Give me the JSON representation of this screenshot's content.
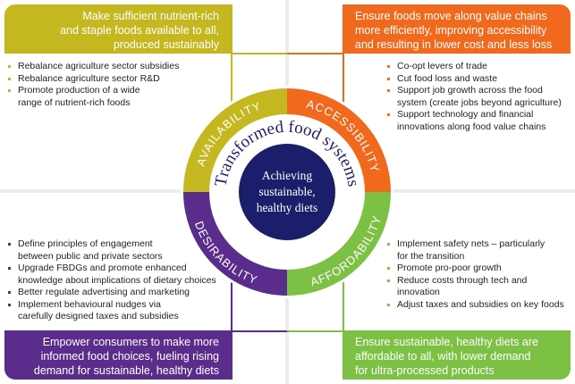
{
  "center": {
    "ring_title": "Transformed food systems",
    "core_lines": [
      "Achieving",
      "sustainable,",
      "healthy diets"
    ]
  },
  "quadrants": {
    "availability": {
      "label": "AVAILABILITY",
      "color": "#c5b71f",
      "goal_lines": [
        "Make sufficient nutrient-rich",
        "and staple foods available to all,",
        "produced sustainably"
      ],
      "actions": [
        "Rebalance agriculture sector subsidies",
        "Rebalance agriculture sector R&D",
        "Promote production of a wide range of nutrient-rich foods"
      ]
    },
    "accessibility": {
      "label": "ACCESSIBILITY",
      "color": "#f0691c",
      "goal_lines": [
        "Ensure foods move along value chains",
        "more efficiently, improving accessibility",
        "and resulting in lower cost and less loss"
      ],
      "actions": [
        "Co-opt levers of trade",
        "Cut food loss and waste",
        "Support job growth across the food system (create jobs beyond agriculture)",
        "Support technology and financial innovations along food value chains"
      ]
    },
    "desirability": {
      "label": "DESIRABILITY",
      "color": "#5a2c8c",
      "goal_lines": [
        "Empower consumers to make more",
        "informed food choices, fueling rising",
        "demand for sustainable, healthy diets"
      ],
      "actions": [
        "Define principles of engagement between public and private sectors",
        "Upgrade FBDGs and promote enhanced knowledge about implications of dietary choices",
        "Better regulate advertising and marketing",
        "Implement behavioural nudges via carefully designed taxes and subsidies"
      ]
    },
    "affordability": {
      "label": "AFFORDABILITY",
      "color": "#7cc143",
      "goal_lines": [
        "Ensure sustainable, healthy diets are",
        "affordable to all, with lower demand",
        "for ultra-processed products"
      ],
      "actions": [
        "Implement safety nets – particularly for the transition",
        "Promote pro-poor growth",
        "Reduce costs through tech and innovation",
        "Adjust taxes and subsidies on key foods"
      ]
    }
  },
  "colors": {
    "navy": "#1b1f6b"
  }
}
